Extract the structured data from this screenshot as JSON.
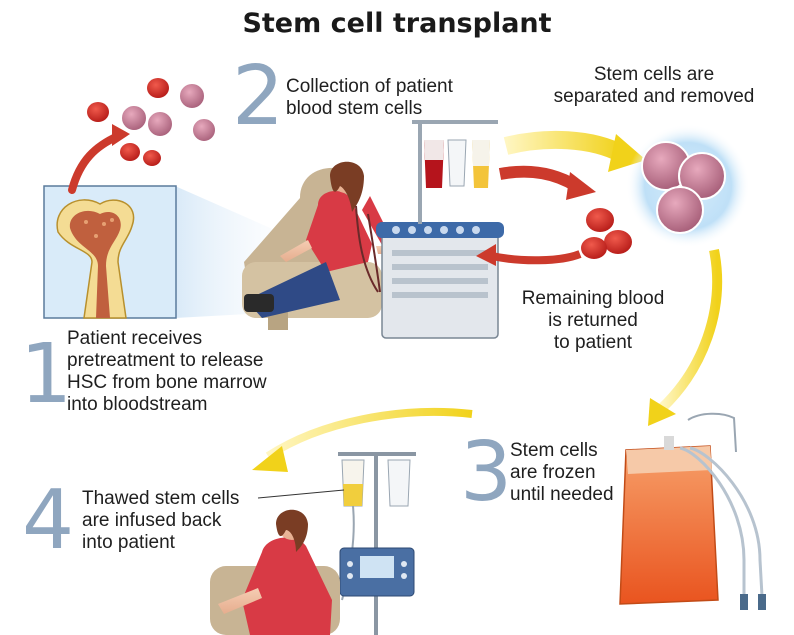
{
  "title": "Stem cell transplant",
  "steps": [
    {
      "number": "1",
      "lines": [
        "Patient receives",
        "pretreatment to release",
        "HSC from bone marrow",
        "into bloodstream"
      ]
    },
    {
      "number": "2",
      "lines": [
        "Collection of patient",
        "blood stem cells"
      ]
    },
    {
      "number": "3",
      "lines": [
        "Stem cells",
        "are frozen",
        "until needed"
      ]
    },
    {
      "number": "4",
      "lines": [
        "Thawed stem cells",
        "are infused back",
        "into patient"
      ]
    }
  ],
  "annotations": {
    "separated": [
      "Stem cells are",
      "separated and removed"
    ],
    "returned": [
      "Remaining blood",
      "is returned",
      "to patient"
    ]
  },
  "colors": {
    "step_number": "#8fa6bf",
    "red_cell": "#d7332b",
    "stem_cell": "#a8607a",
    "yellow_arrow": "#f1d21a",
    "red_arrow": "#cc3a2c",
    "bag": "#ef6a2c",
    "shirt": "#d83a45"
  }
}
